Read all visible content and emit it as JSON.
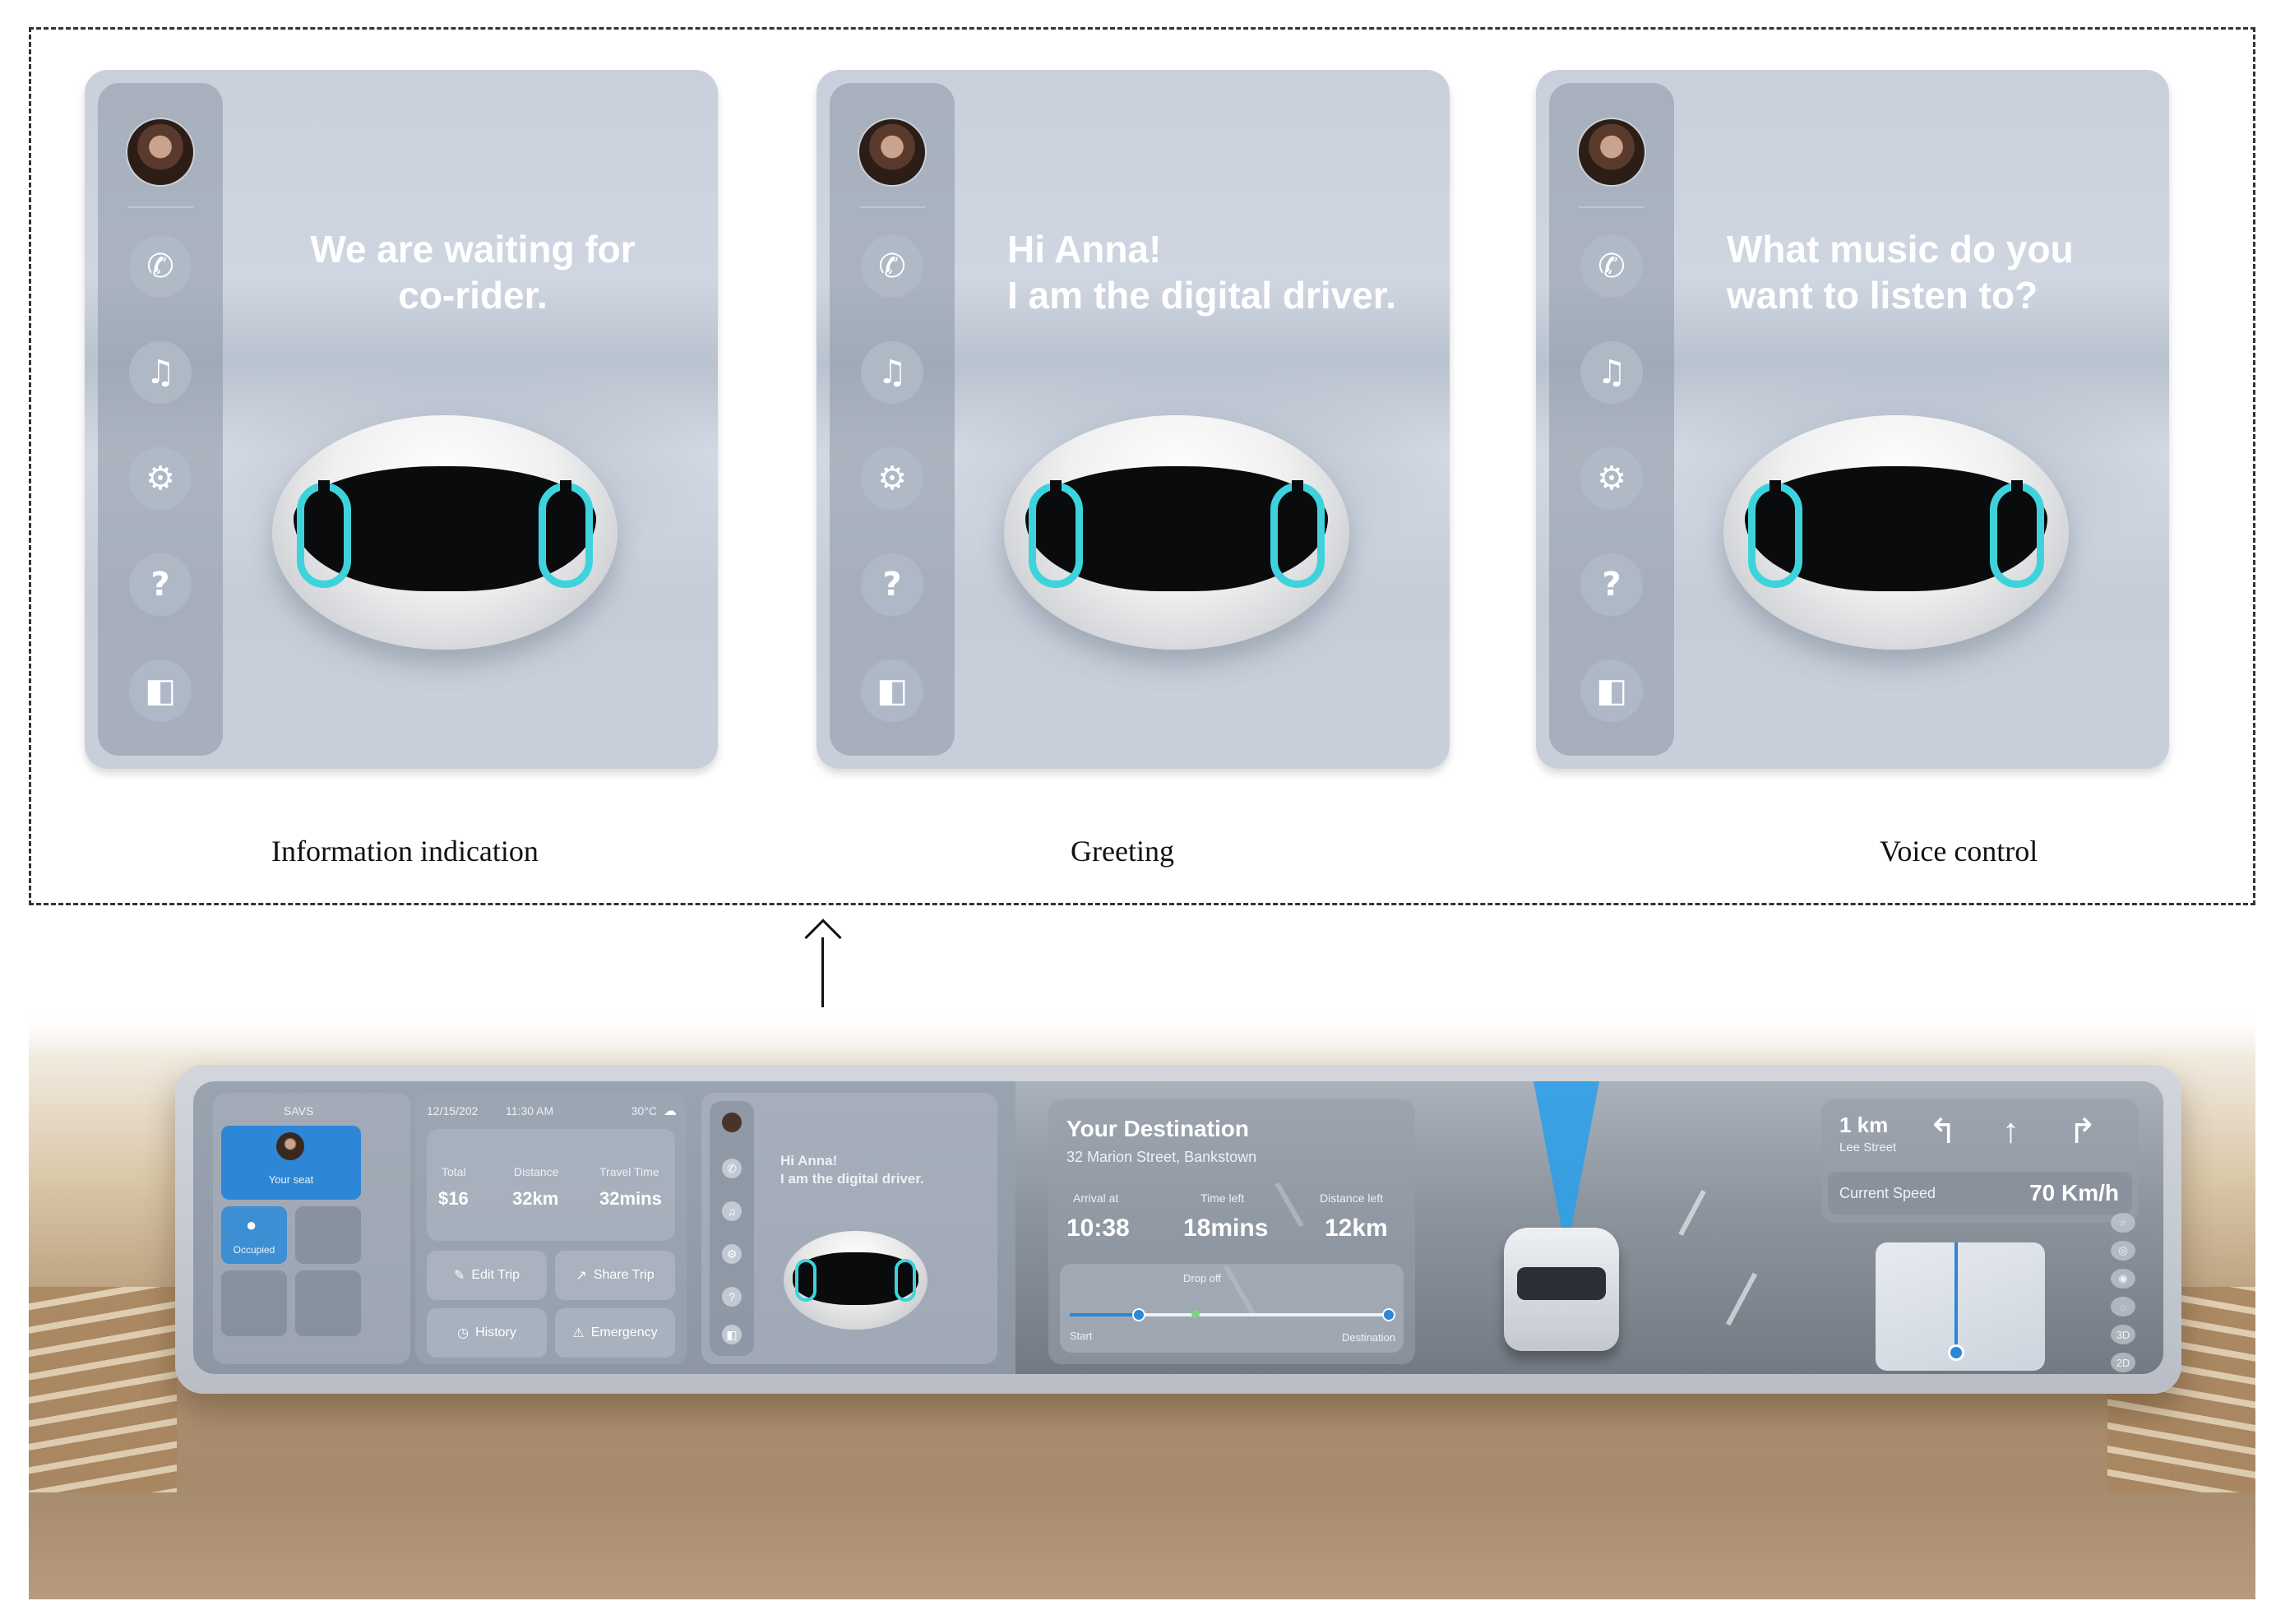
{
  "panels": [
    {
      "message_lines": [
        "We are waiting for",
        "co-rider."
      ],
      "caption": "Information indication"
    },
    {
      "message_lines": [
        "Hi Anna!",
        "I am the digital driver."
      ],
      "caption": "Greeting"
    },
    {
      "message_lines": [
        "What music do you",
        "want to listen to?"
      ],
      "caption": "Voice control"
    }
  ],
  "rail_icons": [
    "avatar",
    "phone-icon",
    "music-icon",
    "settings-icon",
    "help-icon",
    "layout-icon"
  ],
  "dashboard": {
    "seats": {
      "title": "SAVS",
      "your_seat": "Your seat",
      "occupied": "Occupied"
    },
    "trip": {
      "date": "12/15/202",
      "time": "11:30 AM",
      "temp": "30°C",
      "stats": [
        {
          "label": "Total",
          "value": "$16"
        },
        {
          "label": "Distance",
          "value": "32km"
        },
        {
          "label": "Travel Time",
          "value": "32mins"
        }
      ],
      "buttons": [
        "Edit Trip",
        "Share Trip",
        "History",
        "Emergency"
      ]
    },
    "assistant": {
      "message_lines": [
        "Hi Anna!",
        "I am the digital driver."
      ]
    },
    "destination": {
      "title": "Your Destination",
      "address": "32 Marion Street, Bankstown",
      "stats": [
        {
          "label": "Arrival at",
          "value": "10:38"
        },
        {
          "label": "Time left",
          "value": "18mins"
        },
        {
          "label": "Distance left",
          "value": "12km"
        }
      ],
      "drop_off": "Drop off",
      "start": "Start",
      "end": "Destination"
    },
    "navigation": {
      "distance": "1 km",
      "street": "Lee Street",
      "speed_label": "Current Speed",
      "speed_value": "70 Km/h",
      "view_modes": [
        "3D",
        "2D"
      ]
    }
  },
  "colors": {
    "accent_cyan": "#3ed3dc",
    "seat_blue": "#2d86d6",
    "nav_beam": "#28a0eb"
  }
}
